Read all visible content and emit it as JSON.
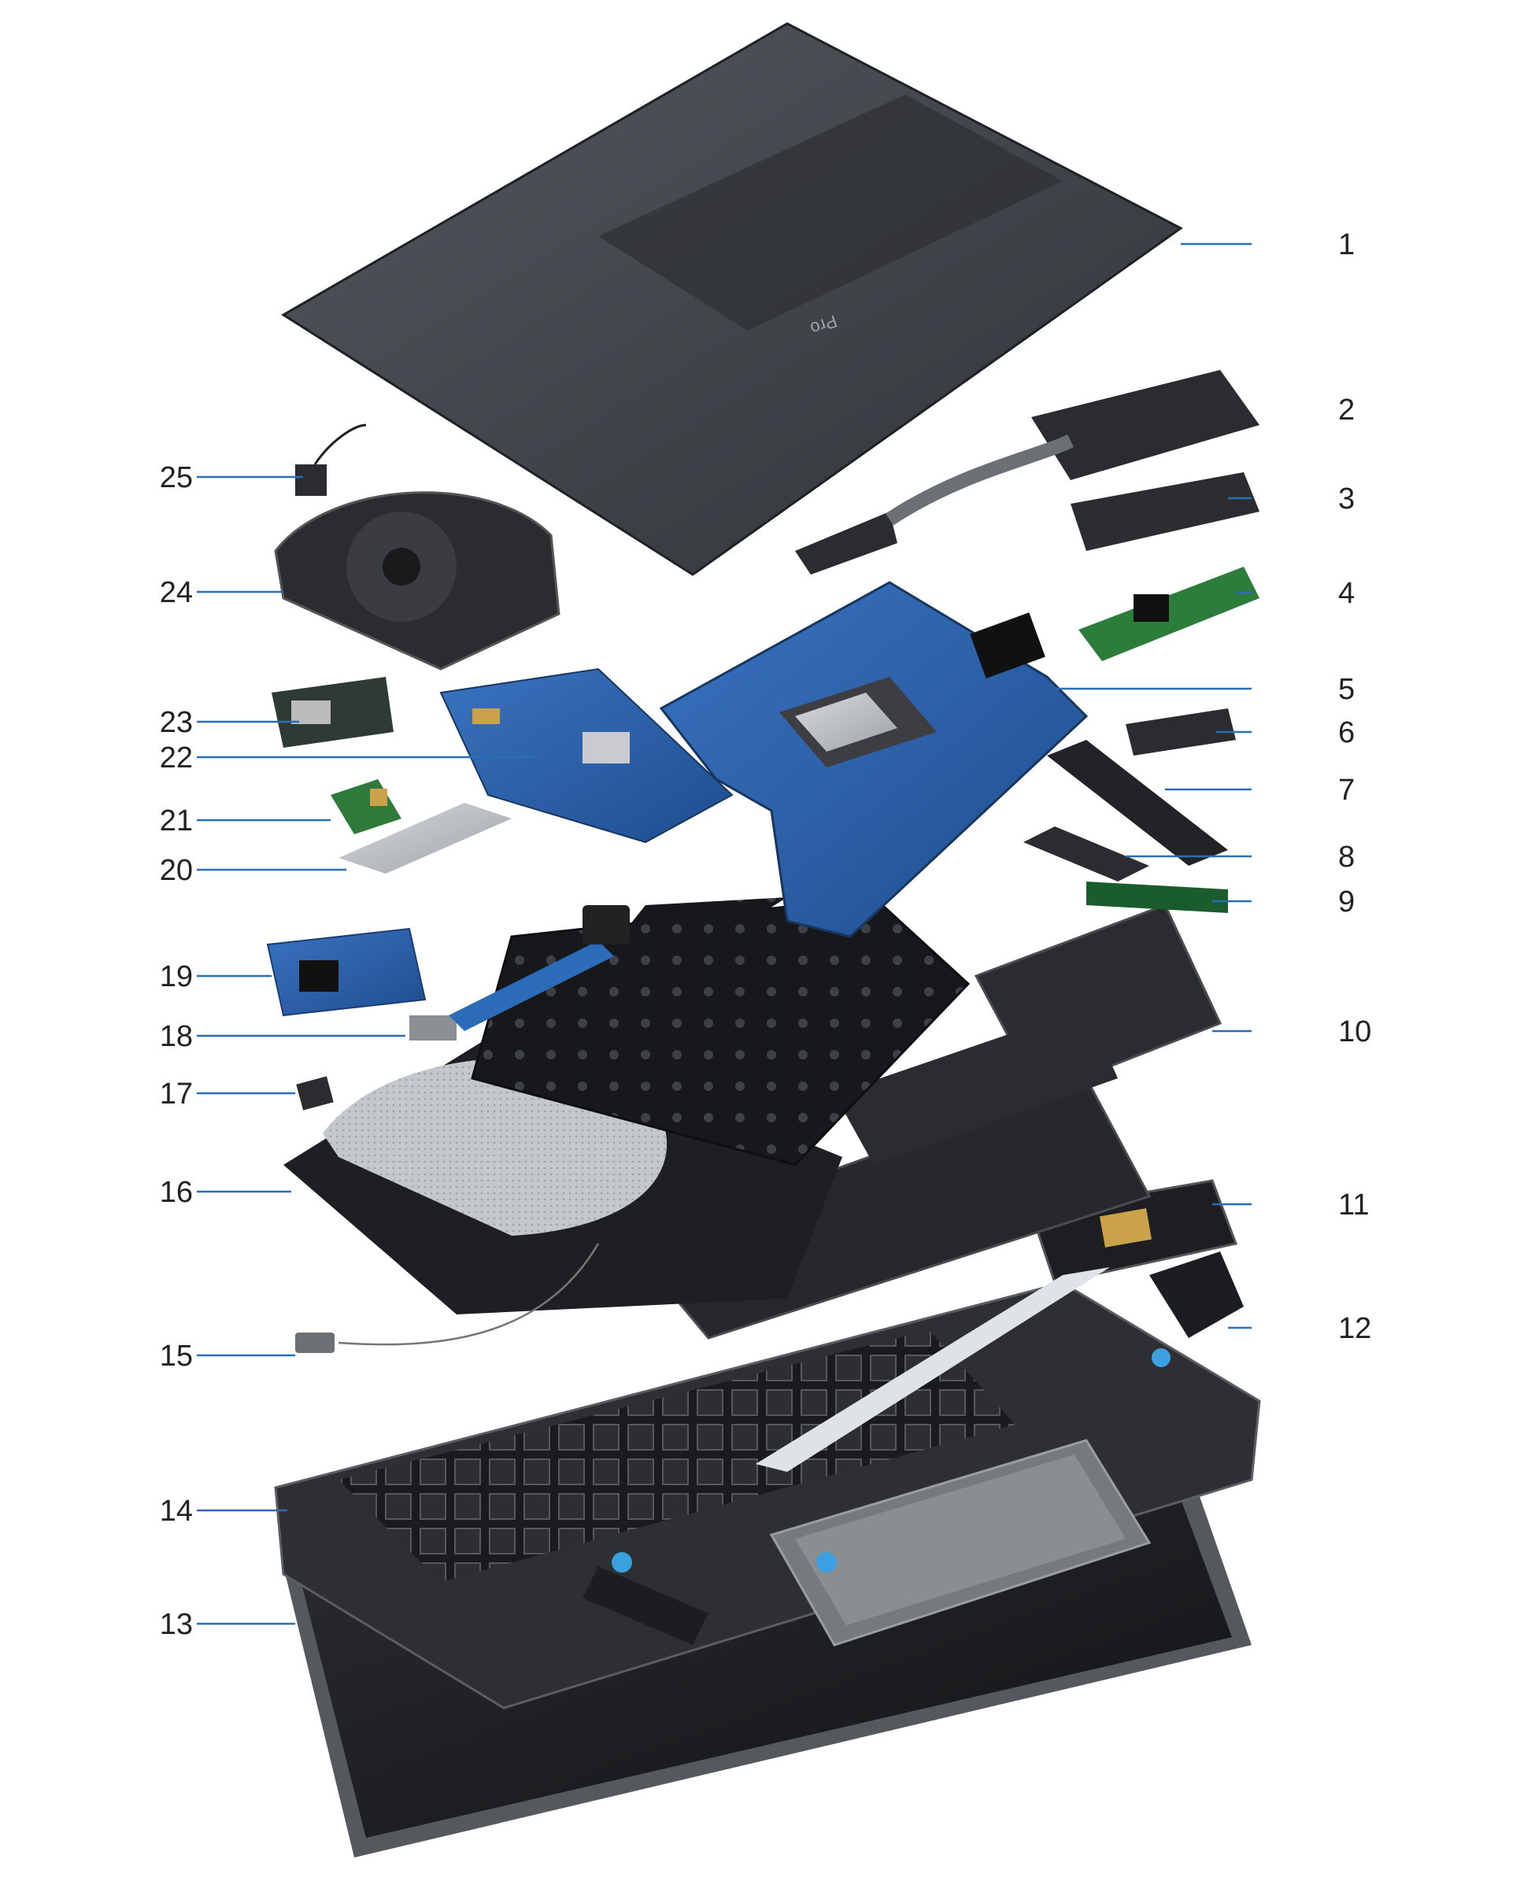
{
  "callouts": [
    {
      "num": "1",
      "side": "right"
    },
    {
      "num": "2",
      "side": "right"
    },
    {
      "num": "3",
      "side": "right"
    },
    {
      "num": "4",
      "side": "right"
    },
    {
      "num": "5",
      "side": "right"
    },
    {
      "num": "6",
      "side": "right"
    },
    {
      "num": "7",
      "side": "right"
    },
    {
      "num": "8",
      "side": "right"
    },
    {
      "num": "9",
      "side": "right"
    },
    {
      "num": "10",
      "side": "right"
    },
    {
      "num": "11",
      "side": "right"
    },
    {
      "num": "12",
      "side": "right"
    },
    {
      "num": "13",
      "side": "left"
    },
    {
      "num": "14",
      "side": "left"
    },
    {
      "num": "15",
      "side": "left"
    },
    {
      "num": "16",
      "side": "left"
    },
    {
      "num": "17",
      "side": "left"
    },
    {
      "num": "18",
      "side": "left"
    },
    {
      "num": "19",
      "side": "left"
    },
    {
      "num": "20",
      "side": "left"
    },
    {
      "num": "21",
      "side": "left"
    },
    {
      "num": "22",
      "side": "left"
    },
    {
      "num": "23",
      "side": "left"
    },
    {
      "num": "24",
      "side": "left"
    },
    {
      "num": "25",
      "side": "left"
    }
  ],
  "base_cover_text": "Pro",
  "colors": {
    "leader": "#2a6fb6",
    "chassis": "#3a3d42",
    "board": "#2b5fa8",
    "metal": "#b9bcc0",
    "gold": "#c9a24a",
    "black": "#1c1d20"
  }
}
